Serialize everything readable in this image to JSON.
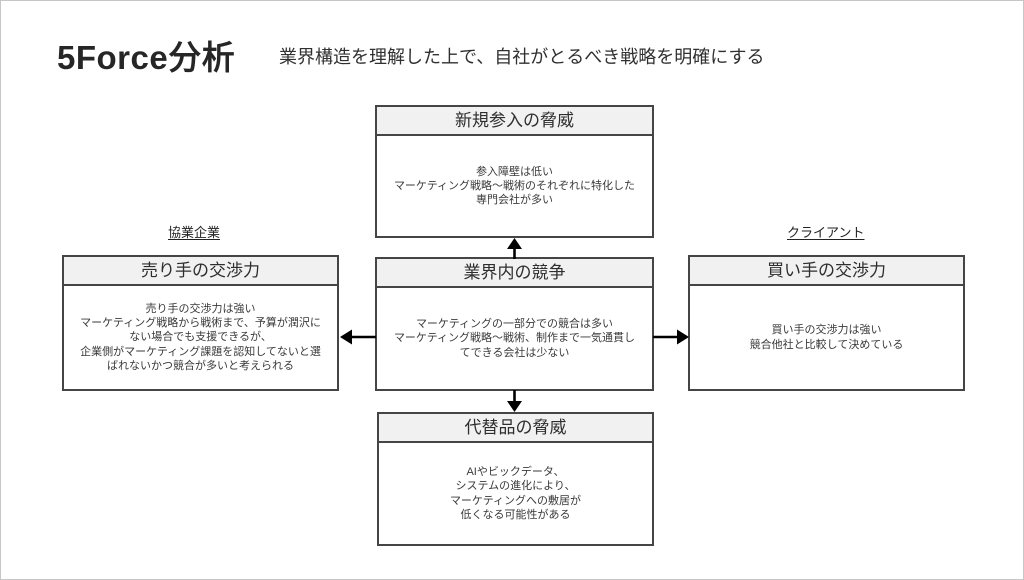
{
  "slide": {
    "title": "5Force分析",
    "subtitle": "業界構造を理解した上で、自社がとるべき戦略を明確にする"
  },
  "labels": {
    "left_group": "協業企業",
    "right_group": "クライアント"
  },
  "boxes": {
    "new_entrants": {
      "title": "新規参入の脅威",
      "body": "参入障壁は低い\nマーケティング戦略〜戦術のそれぞれに特化した\n専門会社が多い"
    },
    "rivalry": {
      "title": "業界内の競争",
      "body": "マーケティングの一部分での競合は多い\nマーケティング戦略〜戦術、制作まで一気通貫し\nてできる会社は少ない"
    },
    "suppliers": {
      "title": "売り手の交渉力",
      "body": "売り手の交渉力は強い\nマーケティング戦略から戦術まで、予算が潤沢に\nない場合でも支援できるが、\n企業側がマーケティング課題を認知してないと選\nばれないかつ競合が多いと考えられる"
    },
    "buyers": {
      "title": "買い手の交渉力",
      "body": "買い手の交渉力は強い\n競合他社と比較して決めている"
    },
    "substitutes": {
      "title": "代替品の脅威",
      "body": "AIやビックデータ、\nシステムの進化により、\nマーケティングへの敷居が\n低くなる可能性がある"
    }
  },
  "colors": {
    "box_border": "#454545",
    "header_fill": "#f1f1f1",
    "arrow": "#000000",
    "slide_border": "#c6c6c6"
  }
}
